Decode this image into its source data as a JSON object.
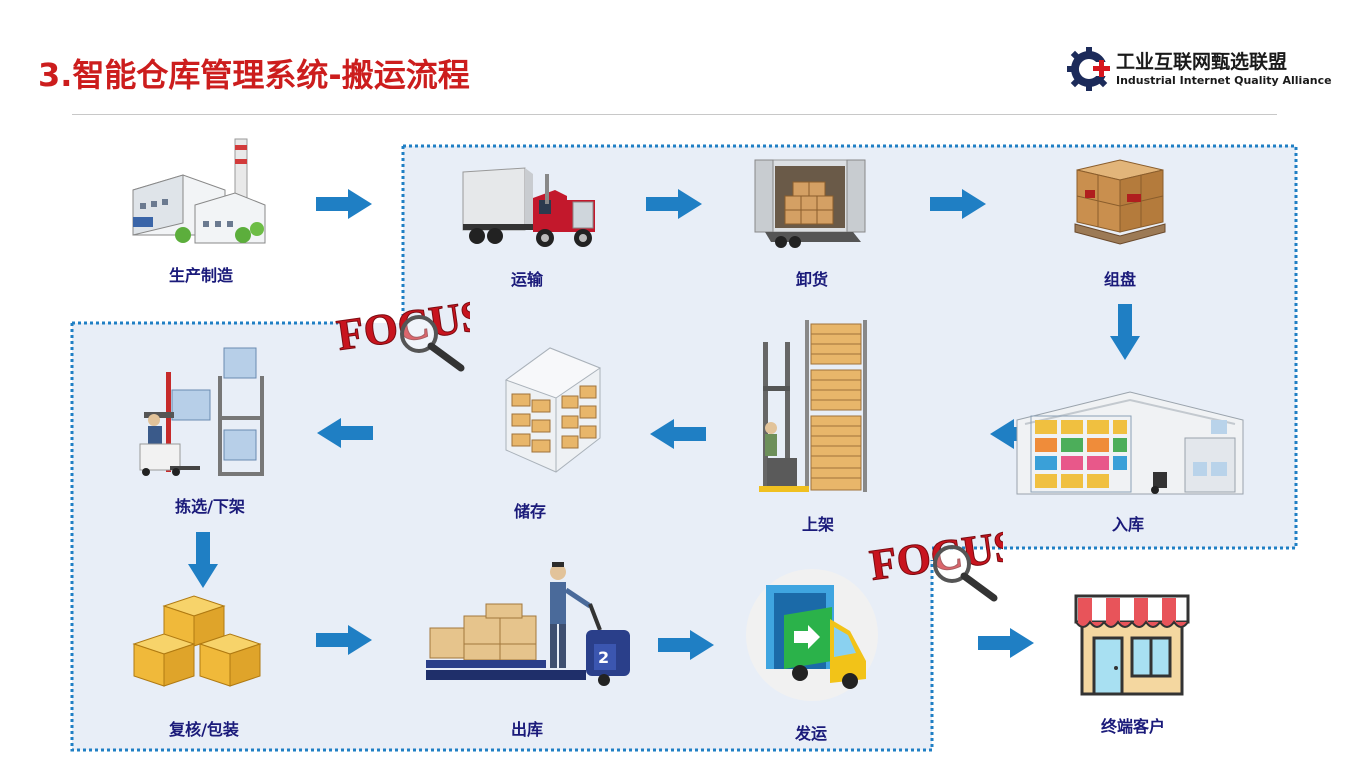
{
  "title": "3.智能仓库管理系统-搬运流程",
  "logo": {
    "name_cn": "工业互联网甄选联盟",
    "name_en": "Industrial Internet Quality Alliance"
  },
  "colors": {
    "title": "#cc1d1d",
    "label": "#1a1a7a",
    "arrow": "#1f7fc4",
    "region_fill": "#e9eff8",
    "region_border": "#1f7fc4",
    "focus_red": "#c8141e"
  },
  "steps": [
    {
      "label": "生产制造",
      "icon": "factory-icon"
    },
    {
      "label": "运输",
      "icon": "truck-icon"
    },
    {
      "label": "卸货",
      "icon": "container-unloading-icon"
    },
    {
      "label": "组盘",
      "icon": "palletized-boxes-icon"
    },
    {
      "label": "入库",
      "icon": "warehouse-icon"
    },
    {
      "label": "上架",
      "icon": "forklift-shelving-icon"
    },
    {
      "label": "储存",
      "icon": "storage-rack-icon"
    },
    {
      "label": "拣选/下架",
      "icon": "order-picker-icon"
    },
    {
      "label": "复核/包装",
      "icon": "boxes-icon"
    },
    {
      "label": "出库",
      "icon": "pallet-jack-icon"
    },
    {
      "label": "发运",
      "icon": "dispatch-truck-icon"
    },
    {
      "label": "终端客户",
      "icon": "storefront-icon"
    }
  ],
  "focus_badges": [
    {
      "text": "FOCUS"
    },
    {
      "text": "FOCUS"
    }
  ]
}
